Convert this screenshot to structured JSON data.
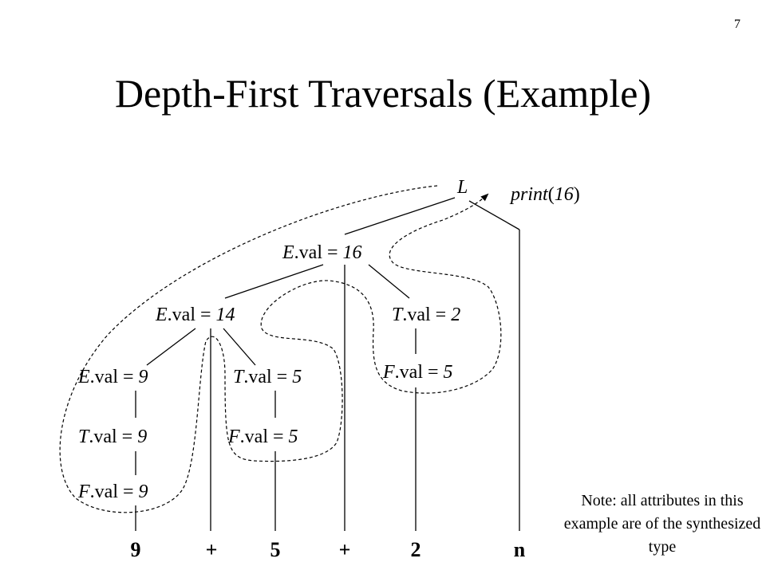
{
  "slide": {
    "page_number": "7",
    "title": "Depth-First Traversals (Example)",
    "note": "Note: all attributes in this example are of the synthesized type"
  },
  "tree": {
    "root": {
      "sym": "L"
    },
    "action": {
      "fn": "print",
      "lp": "(",
      "arg": "16",
      "rp": ")"
    },
    "nodes": {
      "e16": {
        "sym": "E",
        "attr": ".val = ",
        "val": "16"
      },
      "e14": {
        "sym": "E",
        "attr": ".val = ",
        "val": "14"
      },
      "t2": {
        "sym": "T",
        "attr": ".val = ",
        "val": "2"
      },
      "e9": {
        "sym": "E",
        "attr": ".val = ",
        "val": "9"
      },
      "t5": {
        "sym": "T",
        "attr": ".val = ",
        "val": "5"
      },
      "f5r": {
        "sym": "F",
        "attr": ".val = ",
        "val": "5"
      },
      "t9": {
        "sym": "T",
        "attr": ".val = ",
        "val": "9"
      },
      "f5": {
        "sym": "F",
        "attr": ".val = ",
        "val": "5"
      },
      "f9": {
        "sym": "F",
        "attr": ".val = ",
        "val": "9"
      }
    },
    "leaves": {
      "n9": "9",
      "plus1": "+",
      "n5": "5",
      "plus2": "+",
      "n2": "2",
      "n": "n"
    }
  }
}
